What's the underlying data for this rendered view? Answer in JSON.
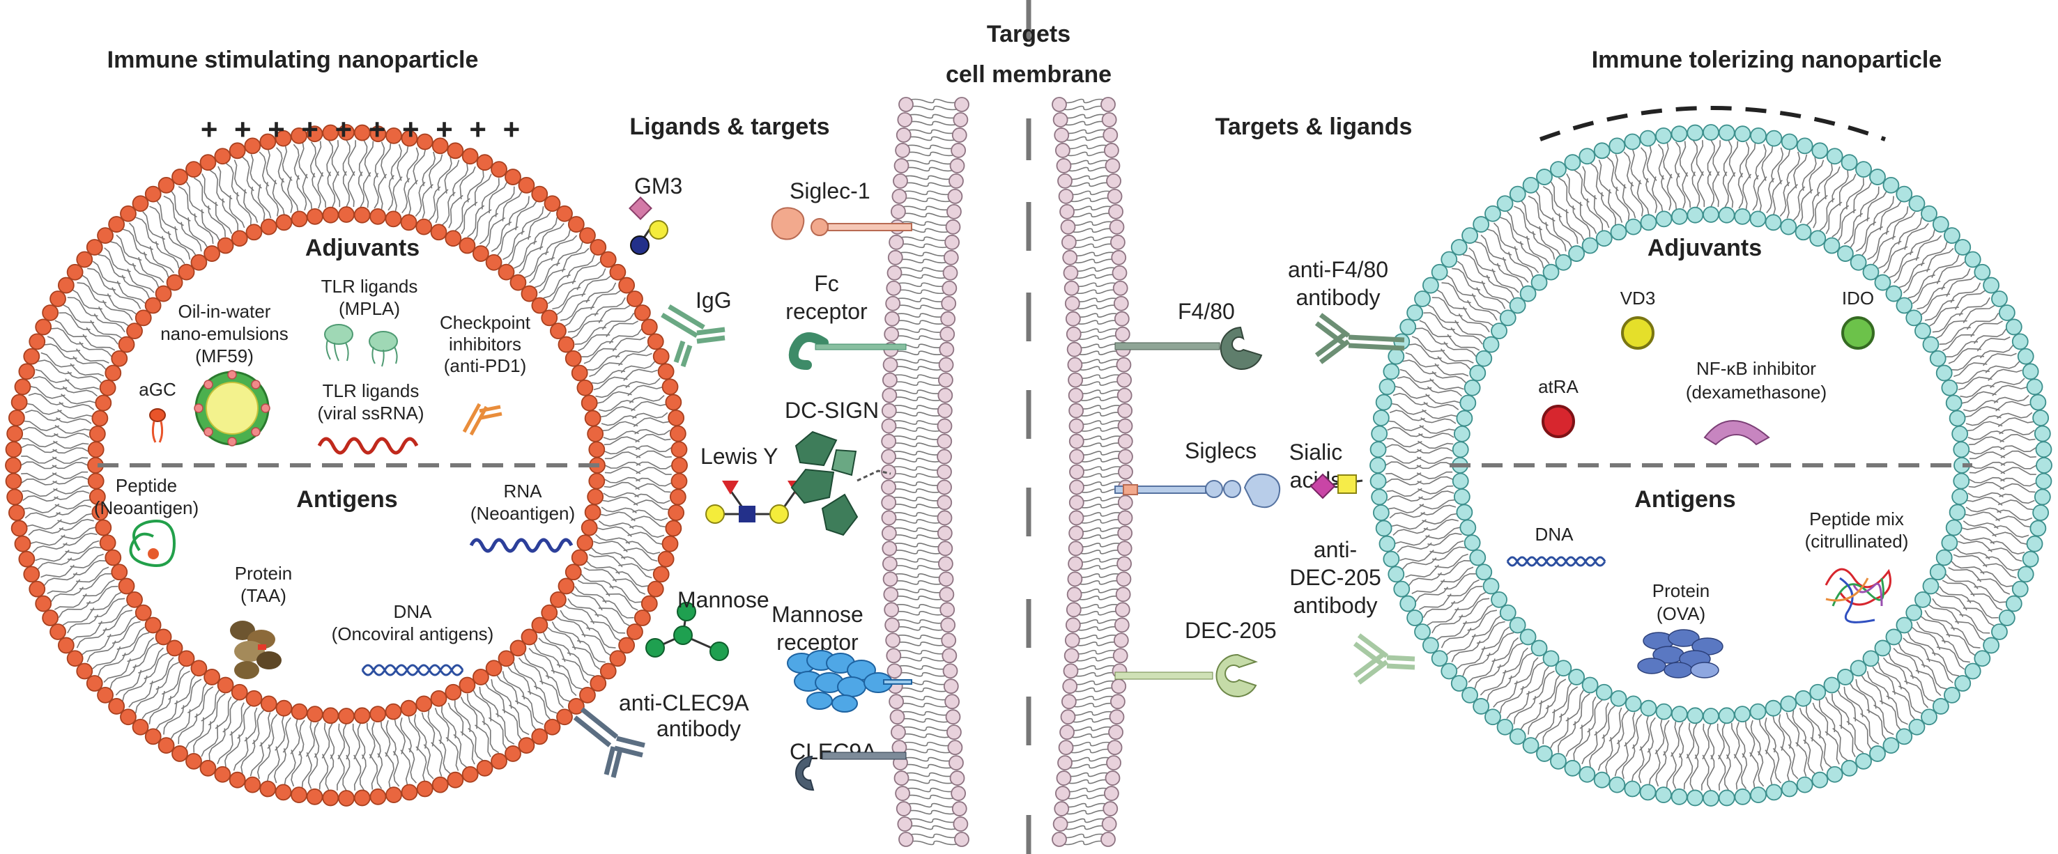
{
  "colors": {
    "stim_head": "#e9663f",
    "stim_head_stroke": "#a8401f",
    "tol_head": "#aee3e1",
    "tol_head_stroke": "#3c8f8c",
    "membrane_head": "#e8d2dc",
    "membrane_stroke": "#8e7482",
    "tail": "#777777",
    "divider": "#777777"
  },
  "left": {
    "title": "Immune stimulating nanoparticle",
    "charge_signs": "+ + + + + + + + + +",
    "adjuvants_heading": "Adjuvants",
    "antigens_heading": "Antigens",
    "items": {
      "oil_line1": "Oil-in-water",
      "oil_line2": "nano-emulsions",
      "oil_line3": "(MF59)",
      "tlr_mpla_line1": "TLR ligands",
      "tlr_mpla_line2": "(MPLA)",
      "checkpoint_line1": "Checkpoint",
      "checkpoint_line2": "inhibitors",
      "checkpoint_line3": "(anti-PD1)",
      "agc": "aGC",
      "tlr_ssrna_line1": "TLR ligands",
      "tlr_ssrna_line2": "(viral ssRNA)",
      "peptide_line1": "Peptide",
      "peptide_line2": "(Neoantigen)",
      "rna_line1": "RNA",
      "rna_line2": "(Neoantigen)",
      "protein_line1": "Protein",
      "protein_line2": "(TAA)",
      "dna_line1": "DNA",
      "dna_line2": "(Oncoviral antigens)"
    },
    "surface": {
      "gm3": "GM3",
      "igg": "IgG",
      "lewis_y": "Lewis Y",
      "mannose": "Mannose",
      "anti_clec9a_line1": "anti-CLEC9A",
      "anti_clec9a_line2": "antibody"
    }
  },
  "center": {
    "title_line1": "Targets",
    "title_line2": "cell membrane",
    "ligands_targets": "Ligands & targets",
    "targets_ligands": "Targets & ligands",
    "left_receptors": {
      "siglec1": "Siglec-1",
      "fc_line1": "Fc",
      "fc_line2": "receptor",
      "dc_sign": "DC-SIGN",
      "mannose_line1": "Mannose",
      "mannose_line2": "receptor",
      "clec9a": "CLEC9A"
    },
    "right_receptors": {
      "f480": "F4/80",
      "siglecs": "Siglecs",
      "dec205": "DEC-205"
    }
  },
  "right": {
    "title": "Immune tolerizing nanoparticle",
    "adjuvants_heading": "Adjuvants",
    "antigens_heading": "Antigens",
    "items": {
      "vd3": "VD3",
      "ido": "IDO",
      "atra": "atRA",
      "nfkb_line1": "NF-κB inhibitor",
      "nfkb_line2": "(dexamethasone)",
      "dna": "DNA",
      "protein_line1": "Protein",
      "protein_line2": "(OVA)",
      "peptide_mix_line1": "Peptide mix",
      "peptide_mix_line2": "(citrullinated)"
    },
    "surface": {
      "anti_f480_line1": "anti-F4/80",
      "anti_f480_line2": "antibody",
      "sialic_line1": "Sialic",
      "sialic_line2": "acids",
      "anti_dec205_line1": "anti-",
      "anti_dec205_line2": "DEC-205",
      "anti_dec205_line3": "antibody"
    }
  }
}
